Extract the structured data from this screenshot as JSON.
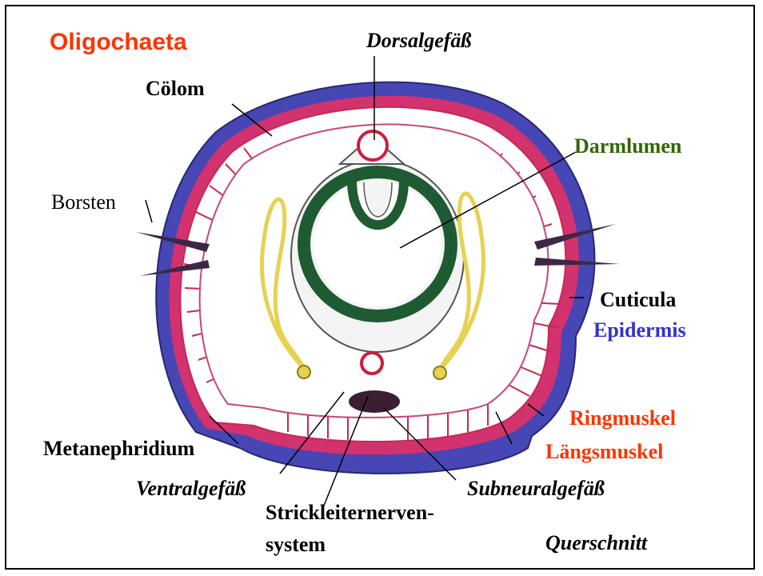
{
  "title": "Oligochaeta",
  "labels": {
    "dorsalgefaess": "Dorsalgefäß",
    "coelom": "Cölom",
    "darmlumen": "Darmlumen",
    "borsten": "Borsten",
    "cuticula": "Cuticula",
    "epidermis": "Epidermis",
    "ringmuskel": "Ringmuskel",
    "laengsmuskel": "Längsmuskel",
    "metanephridium": "Metanephridium",
    "ventralgefaess": "Ventralgefäß",
    "subneuralgefaess": "Subneuralgefäß",
    "strickleiter_line1": "Strickleiternerven-",
    "strickleiter_line2": "system",
    "querschnitt": "Querschnitt"
  },
  "colors": {
    "title": "#ff3300",
    "darmlumen": "#336600",
    "epidermis": "#3333cc",
    "muscle_labels": "#ff3300",
    "text": "#000000",
    "epidermis_fill": "#4646b4",
    "ring_muscle": "#d2326e",
    "long_muscle": "#c82850",
    "gut_wall": "#1e5a32",
    "nephridium": "#e6d250",
    "vessel": "#c81e3c",
    "nerve_cord": "#3c1e32",
    "setae": "#3c2846"
  }
}
